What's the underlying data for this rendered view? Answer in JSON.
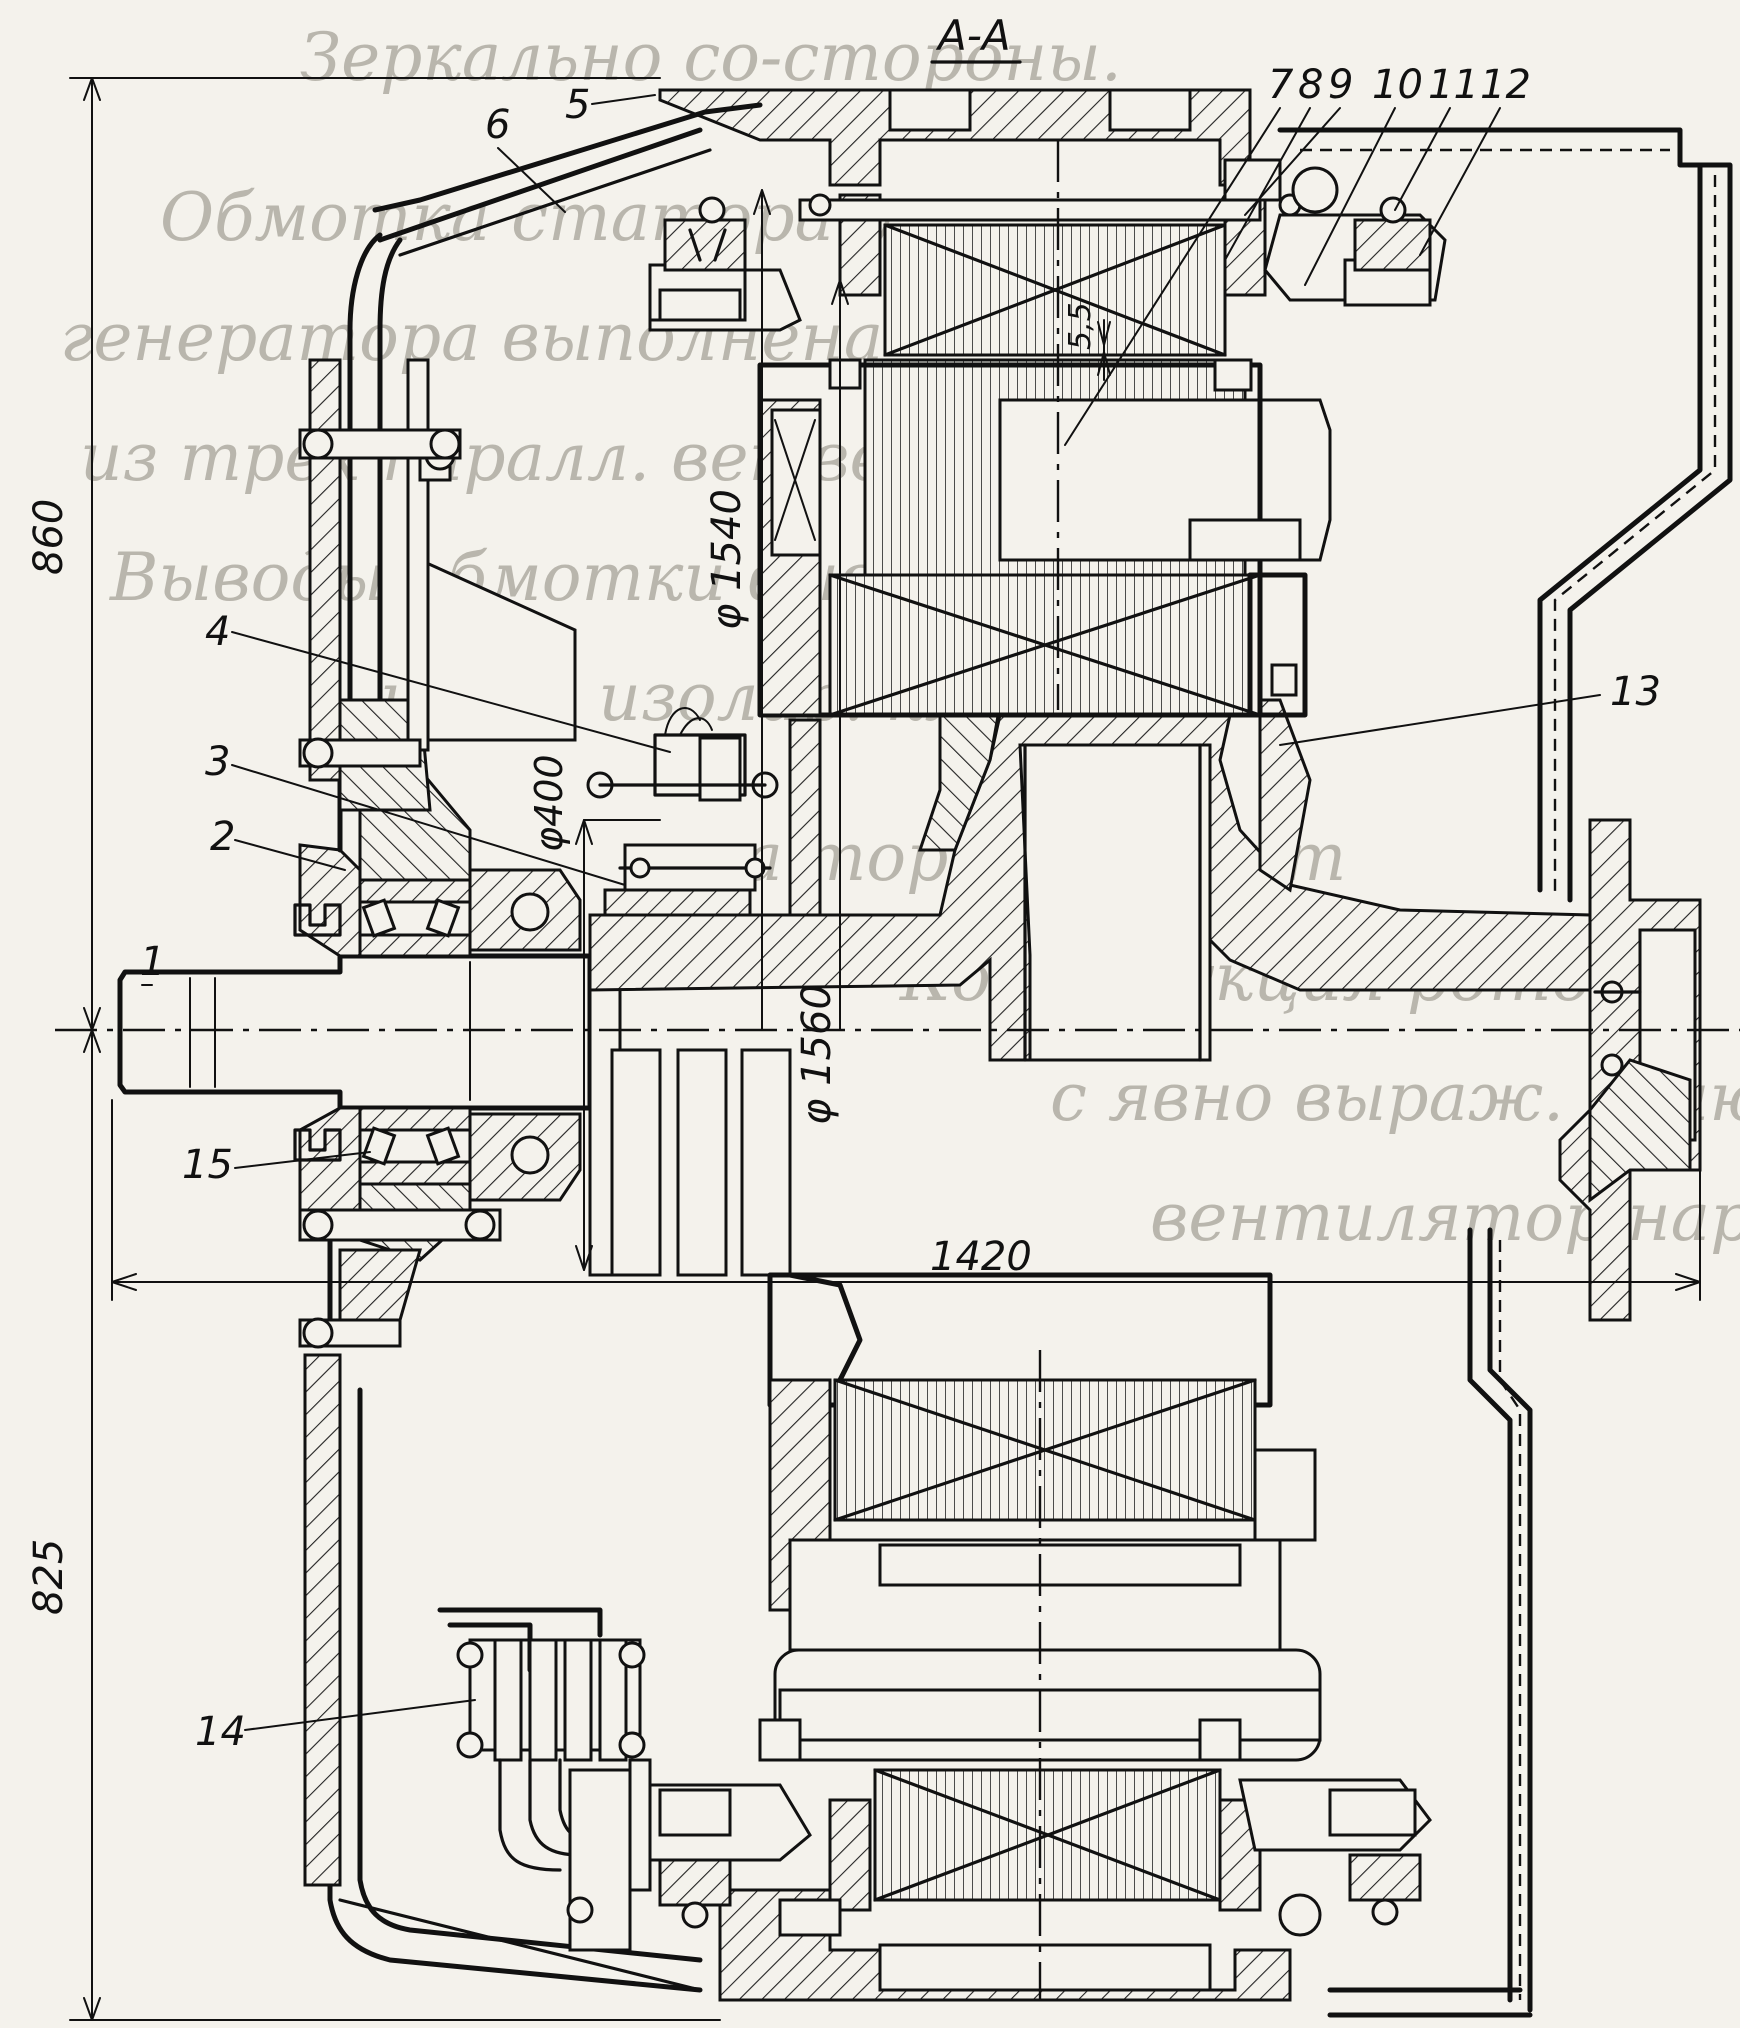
{
  "section_title": "А-А",
  "part_labels": [
    "1",
    "2",
    "3",
    "4",
    "5",
    "6",
    "7",
    "8",
    "9",
    "10",
    "11",
    "12",
    "13",
    "14",
    "15"
  ],
  "dimensions": {
    "height_upper": "860",
    "height_lower": "825",
    "overall_length": "1420",
    "diameter_stator_bore": "φ 1540",
    "diameter_rotor": "φ 1560",
    "diameter_hub": "φ400",
    "air_gap": "5,5"
  },
  "background_handwriting": [
    "Зеркально со-стороны.",
    "Обмотка статора у",
    "генератора выполнена",
    "из трёх паралл. ветвей",
    "Выводы обмотки выведены",
    "через изолир. клеммы",
    "на торцевой щит",
    "Конструкция ротора",
    "с явно выраж. полюсами",
    "вентилятор наружный"
  ]
}
